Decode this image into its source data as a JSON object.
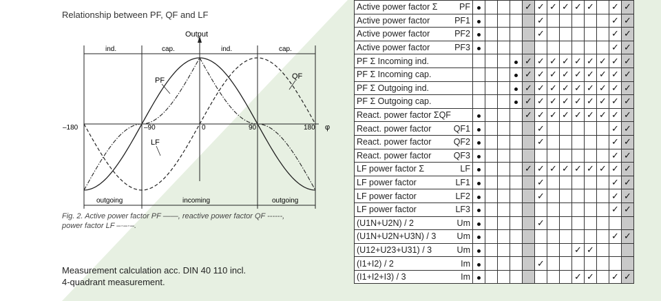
{
  "figure": {
    "title": "Relationship between PF, QF and LF",
    "output_label": "Output",
    "zones_top": [
      "ind.",
      "cap.",
      "ind.",
      "cap."
    ],
    "zones_bottom": [
      "outgoing",
      "incoming",
      "outgoing"
    ],
    "axis_labels": [
      "–180",
      "–90",
      "0",
      "90",
      "180",
      "φ"
    ],
    "curve_labels": {
      "pf": "PF",
      "qf": "QF",
      "lf": "LF"
    },
    "caption_line1": "Fig. 2. Active power factor PF ——, reactive power factor QF ------,",
    "caption_line2": "power factor LF –·–·–.",
    "note_line1": "Measurement calculation acc. DIN 40 110 incl.",
    "note_line2": "4-quadrant measurement."
  },
  "table": {
    "check_glyph": "✓",
    "gray_cols": [
      4,
      12
    ],
    "rows": [
      {
        "label": "Active power factor Σ",
        "sym": "PF",
        "cells": [
          1,
          0,
          0,
          0,
          1,
          1,
          1,
          1,
          1,
          1,
          0,
          1,
          1
        ]
      },
      {
        "label": "Active power factor",
        "sym": "PF1",
        "cells": [
          1,
          0,
          0,
          0,
          0,
          1,
          0,
          0,
          0,
          0,
          0,
          1,
          1
        ]
      },
      {
        "label": "Active power factor",
        "sym": "PF2",
        "cells": [
          1,
          0,
          0,
          0,
          0,
          1,
          0,
          0,
          0,
          0,
          0,
          1,
          1
        ]
      },
      {
        "label": "Active power factor",
        "sym": "PF3",
        "cells": [
          1,
          0,
          0,
          0,
          0,
          0,
          0,
          0,
          0,
          0,
          0,
          1,
          1
        ]
      },
      {
        "label": "PF Σ Incoming ind.",
        "sym": "",
        "cells": [
          0,
          0,
          0,
          2,
          1,
          1,
          1,
          1,
          1,
          1,
          1,
          1,
          1
        ]
      },
      {
        "label": "PF Σ Incoming cap.",
        "sym": "",
        "cells": [
          0,
          0,
          0,
          2,
          1,
          1,
          1,
          1,
          1,
          1,
          1,
          1,
          1
        ]
      },
      {
        "label": "PF Σ Outgoing ind.",
        "sym": "",
        "cells": [
          0,
          0,
          0,
          2,
          1,
          1,
          1,
          1,
          1,
          1,
          1,
          1,
          1
        ]
      },
      {
        "label": "PF Σ Outgoing cap.",
        "sym": "",
        "cells": [
          0,
          0,
          0,
          2,
          1,
          1,
          1,
          1,
          1,
          1,
          1,
          1,
          1
        ]
      },
      {
        "label": "React. power factor ΣQF",
        "sym": "",
        "cells": [
          1,
          0,
          0,
          0,
          1,
          1,
          1,
          1,
          1,
          1,
          1,
          1,
          1
        ]
      },
      {
        "label": "React. power factor",
        "sym": "QF1",
        "cells": [
          1,
          0,
          0,
          0,
          0,
          1,
          0,
          0,
          0,
          0,
          0,
          1,
          1
        ]
      },
      {
        "label": "React. power factor",
        "sym": "QF2",
        "cells": [
          1,
          0,
          0,
          0,
          0,
          1,
          0,
          0,
          0,
          0,
          0,
          1,
          1
        ]
      },
      {
        "label": "React. power factor",
        "sym": "QF3",
        "cells": [
          1,
          0,
          0,
          0,
          0,
          0,
          0,
          0,
          0,
          0,
          0,
          1,
          1
        ]
      },
      {
        "label": "LF power factor Σ",
        "sym": "LF",
        "cells": [
          1,
          0,
          0,
          0,
          1,
          1,
          1,
          1,
          1,
          1,
          1,
          1,
          1
        ]
      },
      {
        "label": "LF power factor",
        "sym": "LF1",
        "cells": [
          1,
          0,
          0,
          0,
          0,
          1,
          0,
          0,
          0,
          0,
          0,
          1,
          1
        ]
      },
      {
        "label": "LF power factor",
        "sym": "LF2",
        "cells": [
          1,
          0,
          0,
          0,
          0,
          1,
          0,
          0,
          0,
          0,
          0,
          1,
          1
        ]
      },
      {
        "label": "LF power factor",
        "sym": "LF3",
        "cells": [
          1,
          0,
          0,
          0,
          0,
          0,
          0,
          0,
          0,
          0,
          0,
          1,
          1
        ]
      },
      {
        "label": "(U1N+U2N) / 2",
        "sym": "Um",
        "cells": [
          1,
          0,
          0,
          0,
          0,
          1,
          0,
          0,
          0,
          0,
          0,
          0,
          0
        ]
      },
      {
        "label": "(U1N+U2N+U3N) / 3",
        "sym": "Um",
        "cells": [
          1,
          0,
          0,
          0,
          0,
          0,
          0,
          0,
          0,
          0,
          0,
          1,
          1
        ]
      },
      {
        "label": "(U12+U23+U31) / 3",
        "sym": "Um",
        "cells": [
          1,
          0,
          0,
          0,
          0,
          0,
          0,
          0,
          1,
          1,
          0,
          0,
          0
        ]
      },
      {
        "label": "(I1+I2) / 2",
        "sym": "Im",
        "cells": [
          1,
          0,
          0,
          0,
          0,
          1,
          0,
          0,
          0,
          0,
          0,
          0,
          0
        ]
      },
      {
        "label": "(I1+I2+I3) / 3",
        "sym": "Im",
        "cells": [
          1,
          0,
          0,
          0,
          0,
          0,
          0,
          0,
          1,
          1,
          0,
          1,
          1
        ]
      }
    ]
  }
}
